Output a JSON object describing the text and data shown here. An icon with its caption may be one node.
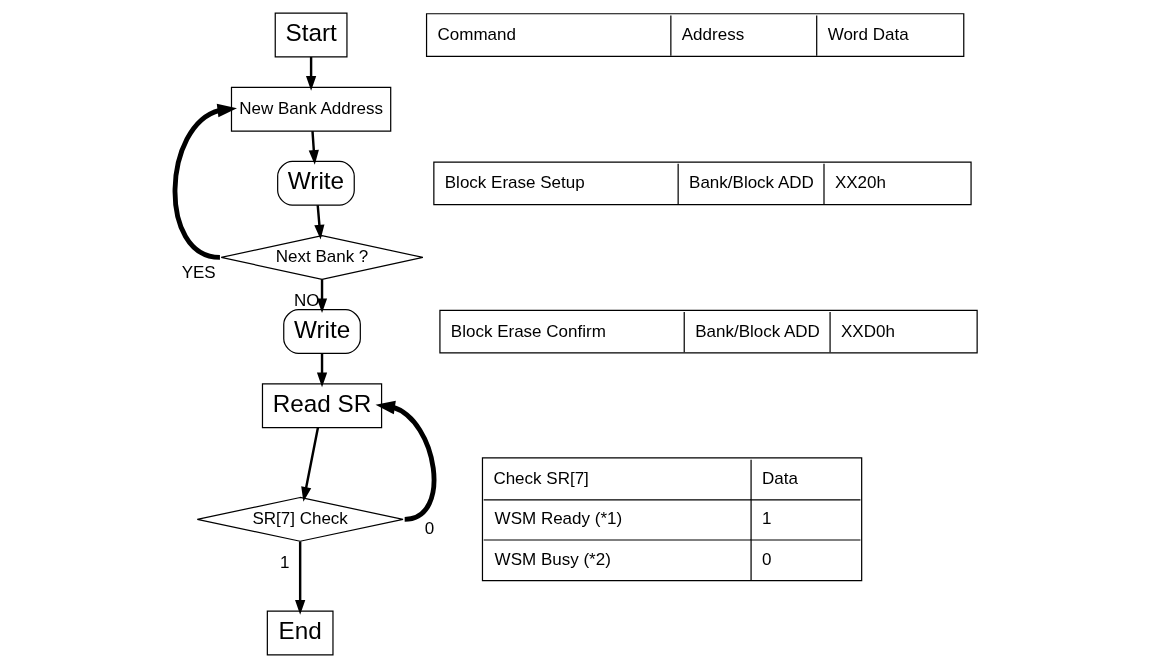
{
  "diagram": {
    "nodes": [
      {
        "text": [
          "Start"
        ]
      },
      {
        "text": [
          "New Bank Address"
        ]
      },
      {
        "text": [
          "Write"
        ]
      },
      {
        "text": [
          "Next Bank ?"
        ]
      },
      {
        "text": [
          "Write"
        ]
      },
      {
        "text": [
          "Read SR"
        ]
      },
      {
        "text": [
          "SR[7] Check"
        ]
      },
      {
        "text": [
          "End"
        ]
      }
    ],
    "edges": [
      {
        "from": 0,
        "to": 1,
        "arrow": "to"
      },
      {
        "from": 1,
        "to": 2,
        "arrow": "to"
      },
      {
        "from": 2,
        "to": 3,
        "arrow": "to"
      },
      {
        "from": 3,
        "to": 1,
        "arrow": "to",
        "label": "YES",
        "style": "thick"
      },
      {
        "from": 3,
        "to": 4,
        "arrow": "to",
        "label": "NO"
      },
      {
        "from": 4,
        "to": 5,
        "arrow": "to"
      },
      {
        "from": 5,
        "to": 6,
        "arrow": "to"
      },
      {
        "from": 6,
        "to": 5,
        "arrow": "to",
        "label": "0",
        "style": "thick"
      },
      {
        "from": 6,
        "to": 7,
        "arrow": "to",
        "label": "1"
      }
    ],
    "labels": [
      "Command",
      "Address",
      "Word Data",
      "Block Erase Setup",
      "Bank/Block ADD",
      "XX20h",
      "Block Erase Confirm",
      "Bank/Block ADD",
      "XXD0h",
      "Check SR[7]",
      "Data",
      "WSM Ready (*1)",
      "1",
      "WSM Busy (*2)",
      "0"
    ]
  }
}
